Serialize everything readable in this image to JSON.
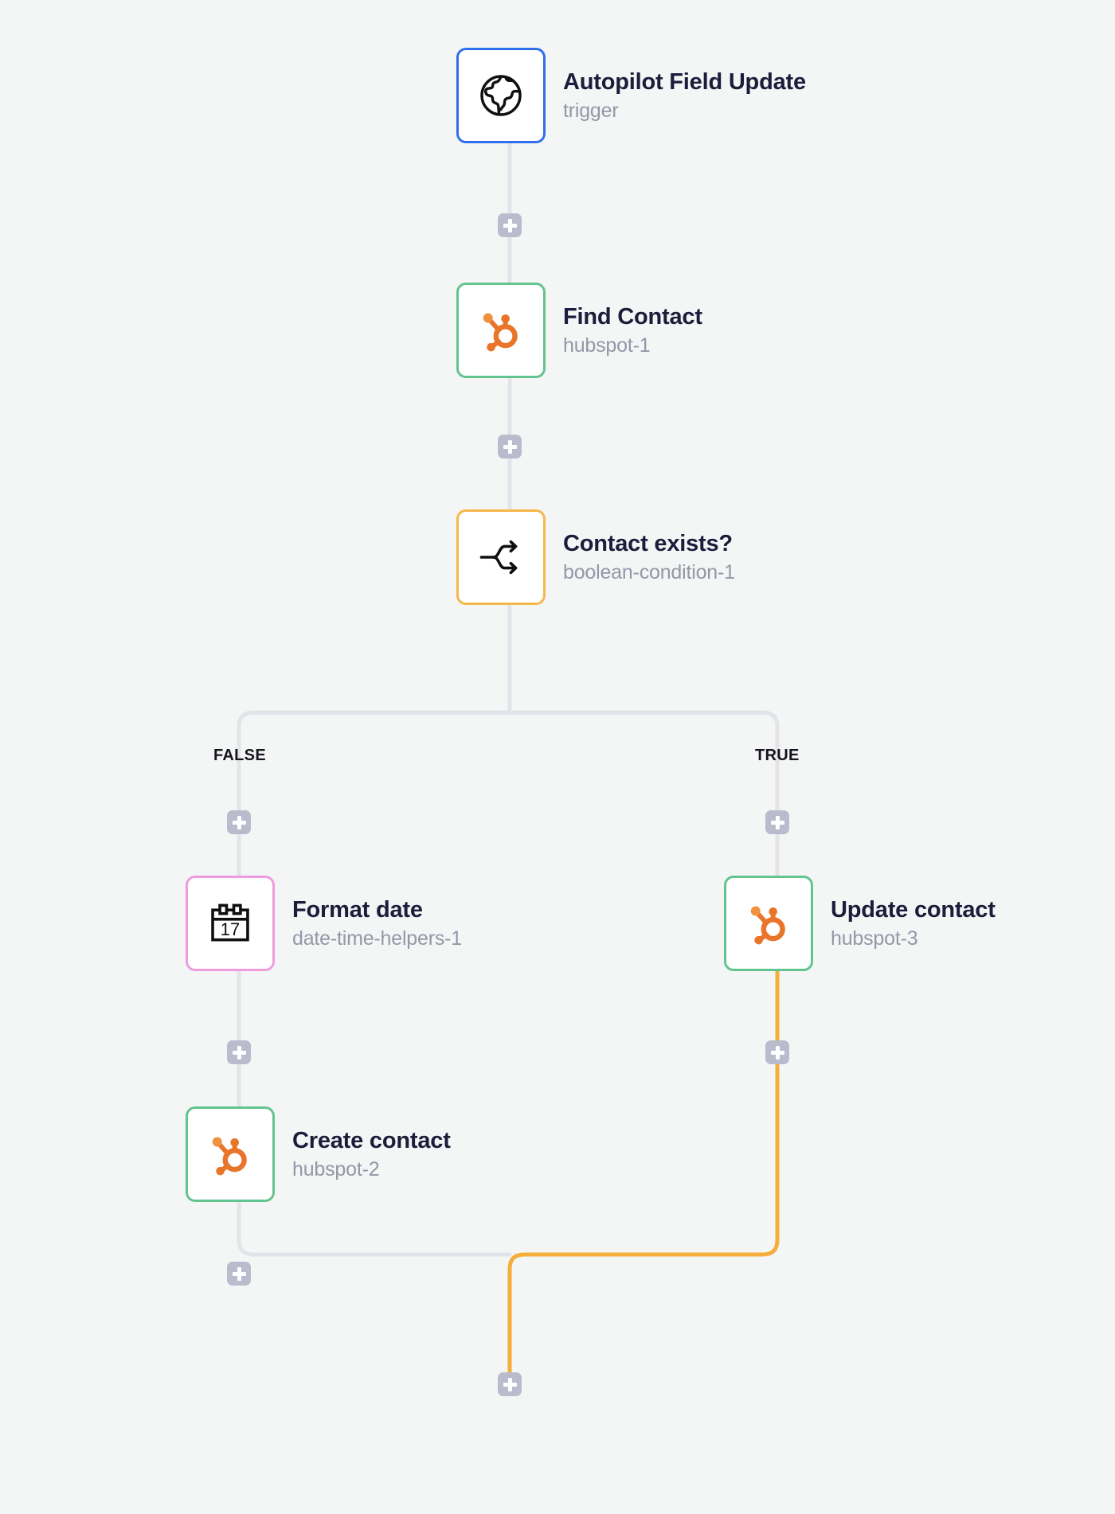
{
  "canvas": {
    "background": "#f4f5f5",
    "edge_color_default": "#e3e4e9",
    "edge_color_active": "#f5ad3c",
    "plus_button_color": "#b9bccd"
  },
  "nodes": [
    {
      "id": "trigger",
      "title": "Autopilot Field Update",
      "subtitle": "trigger",
      "icon": "globe-icon",
      "border_color": "#2f6fed",
      "kind": "trigger"
    },
    {
      "id": "find-contact",
      "title": "Find Contact",
      "subtitle": "hubspot-1",
      "icon": "hubspot-icon",
      "border_color": "#62c48e",
      "kind": "action"
    },
    {
      "id": "contact-exists",
      "title": "Contact exists?",
      "subtitle": "boolean-condition-1",
      "icon": "branch-split-icon",
      "border_color": "#f5b74a",
      "kind": "branch"
    },
    {
      "id": "format-date",
      "title": "Format date",
      "subtitle": "date-time-helpers-1",
      "icon": "calendar-icon",
      "border_color": "#ef9bdf",
      "kind": "helper"
    },
    {
      "id": "create-contact",
      "title": "Create contact",
      "subtitle": "hubspot-2",
      "icon": "hubspot-icon",
      "border_color": "#62c48e",
      "kind": "action"
    },
    {
      "id": "update-contact",
      "title": "Update contact",
      "subtitle": "hubspot-3",
      "icon": "hubspot-icon",
      "border_color": "#62c48e",
      "kind": "action"
    }
  ],
  "branch_labels": {
    "false": "FALSE",
    "true": "TRUE"
  },
  "calendar_icon": {
    "day_number": "17"
  },
  "add_buttons": [
    {
      "id": "add-after-trigger"
    },
    {
      "id": "add-after-find-contact"
    },
    {
      "id": "add-false-branch-start"
    },
    {
      "id": "add-true-branch-start"
    },
    {
      "id": "add-after-format-date"
    },
    {
      "id": "add-after-update-contact"
    },
    {
      "id": "add-after-create-contact"
    },
    {
      "id": "add-after-merge"
    }
  ]
}
